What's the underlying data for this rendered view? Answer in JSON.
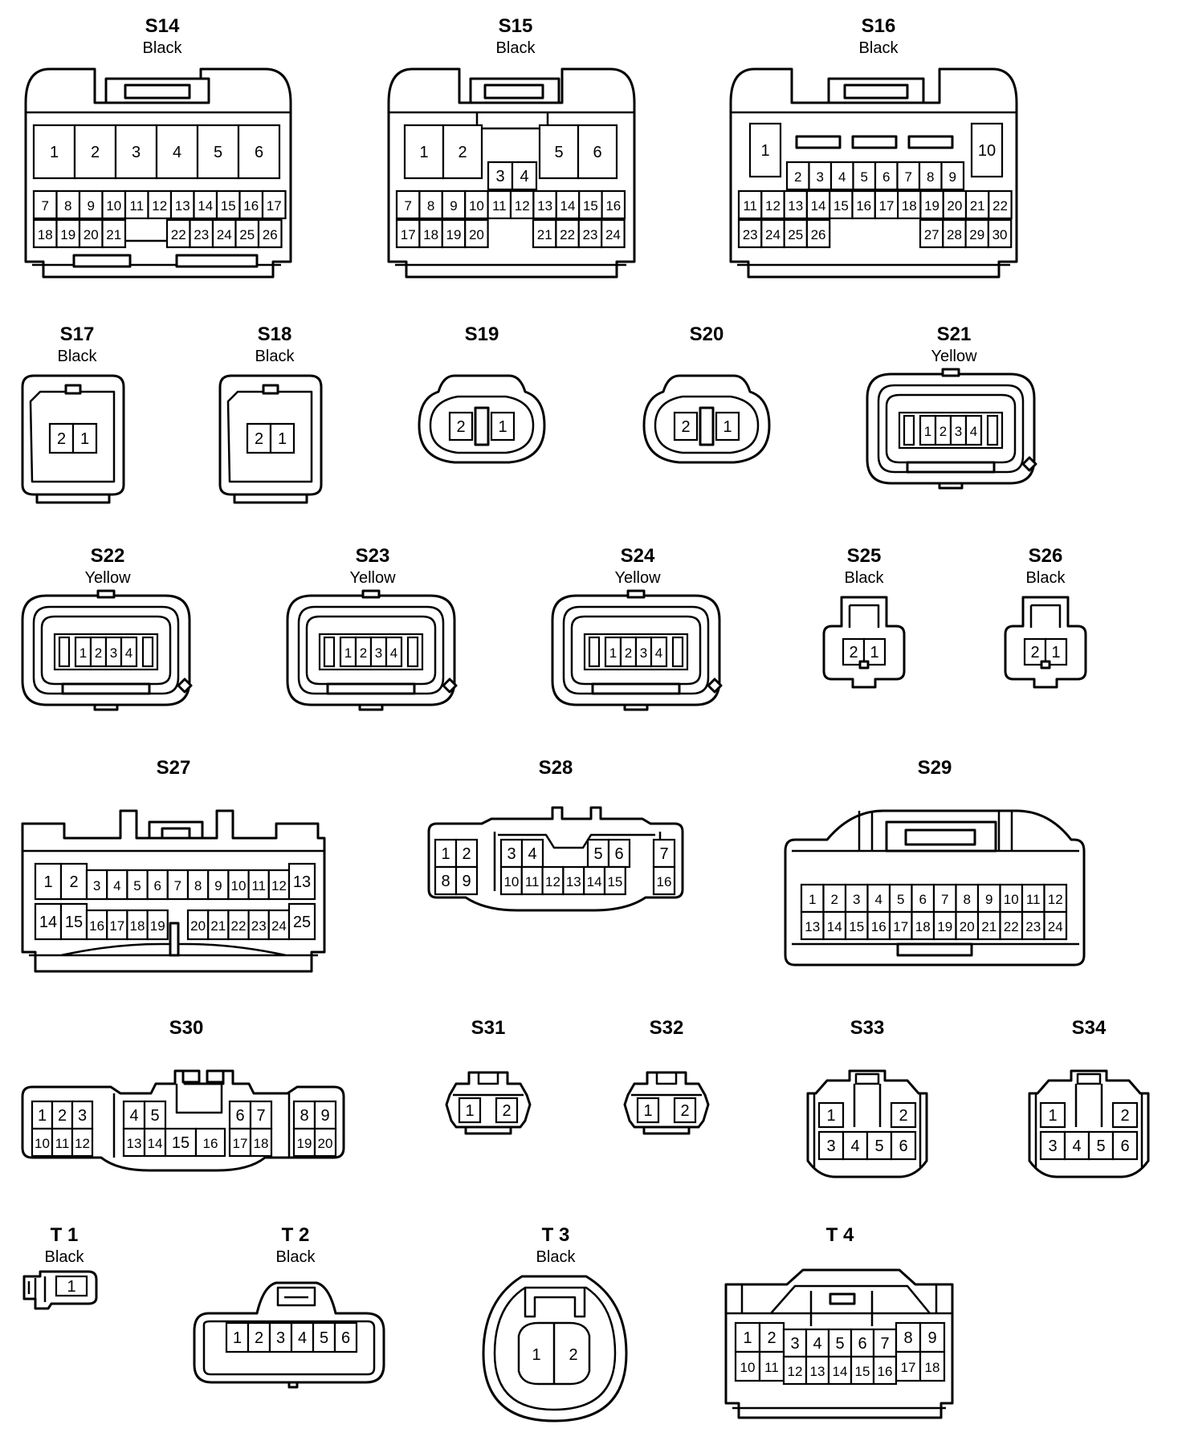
{
  "connectors": [
    {
      "id": "S14",
      "color": "Black",
      "rows": [
        [
          "1",
          "2",
          "3",
          "4",
          "5",
          "6"
        ],
        [
          "7",
          "8",
          "9",
          "10",
          "11",
          "12",
          "13",
          "14",
          "15",
          "16",
          "17"
        ],
        [
          "18",
          "19",
          "20",
          "21",
          "22",
          "23",
          "24",
          "25",
          "26"
        ]
      ]
    },
    {
      "id": "S15",
      "color": "Black",
      "rows": [
        [
          "1",
          "2",
          "5",
          "6"
        ],
        [
          "3",
          "4"
        ],
        [
          "7",
          "8",
          "9",
          "10",
          "11",
          "12",
          "13",
          "14",
          "15",
          "16"
        ],
        [
          "17",
          "18",
          "19",
          "20",
          "21",
          "22",
          "23",
          "24"
        ]
      ]
    },
    {
      "id": "S16",
      "color": "Black",
      "rows": [
        [
          "1",
          "10"
        ],
        [
          "2",
          "3",
          "4",
          "5",
          "6",
          "7",
          "8",
          "9"
        ],
        [
          "11",
          "12",
          "13",
          "14",
          "15",
          "16",
          "17",
          "18",
          "19",
          "20",
          "21",
          "22"
        ],
        [
          "23",
          "24",
          "25",
          "26",
          "27",
          "28",
          "29",
          "30"
        ]
      ]
    },
    {
      "id": "S17",
      "color": "Black",
      "rows": [
        [
          "2",
          "1"
        ]
      ]
    },
    {
      "id": "S18",
      "color": "Black",
      "rows": [
        [
          "2",
          "1"
        ]
      ]
    },
    {
      "id": "S19",
      "color": "",
      "rows": [
        [
          "2",
          "1"
        ]
      ]
    },
    {
      "id": "S20",
      "color": "",
      "rows": [
        [
          "2",
          "1"
        ]
      ]
    },
    {
      "id": "S21",
      "color": "Yellow",
      "rows": [
        [
          "1",
          "2",
          "3",
          "4"
        ]
      ]
    },
    {
      "id": "S22",
      "color": "Yellow",
      "rows": [
        [
          "1",
          "2",
          "3",
          "4"
        ]
      ]
    },
    {
      "id": "S23",
      "color": "Yellow",
      "rows": [
        [
          "1",
          "2",
          "3",
          "4"
        ]
      ]
    },
    {
      "id": "S24",
      "color": "Yellow",
      "rows": [
        [
          "1",
          "2",
          "3",
          "4"
        ]
      ]
    },
    {
      "id": "S25",
      "color": "Black",
      "rows": [
        [
          "2",
          "1"
        ]
      ]
    },
    {
      "id": "S26",
      "color": "Black",
      "rows": [
        [
          "2",
          "1"
        ]
      ]
    },
    {
      "id": "S27",
      "color": "",
      "rows": [
        [
          "1",
          "2",
          "3",
          "4",
          "5",
          "6",
          "7",
          "8",
          "9",
          "10",
          "11",
          "12",
          "13"
        ],
        [
          "14",
          "15",
          "16",
          "17",
          "18",
          "19",
          "20",
          "21",
          "22",
          "23",
          "24",
          "25"
        ]
      ]
    },
    {
      "id": "S28",
      "color": "",
      "rows": [
        [
          "1",
          "2",
          "3",
          "4",
          "5",
          "6",
          "7"
        ],
        [
          "8",
          "9",
          "10",
          "11",
          "12",
          "13",
          "14",
          "15",
          "16"
        ]
      ]
    },
    {
      "id": "S29",
      "color": "",
      "rows": [
        [
          "1",
          "2",
          "3",
          "4",
          "5",
          "6",
          "7",
          "8",
          "9",
          "10",
          "11",
          "12"
        ],
        [
          "13",
          "14",
          "15",
          "16",
          "17",
          "18",
          "19",
          "20",
          "21",
          "22",
          "23",
          "24"
        ]
      ]
    },
    {
      "id": "S30",
      "color": "",
      "rows": [
        [
          "1",
          "2",
          "3",
          "4",
          "5",
          "6",
          "7",
          "8",
          "9"
        ],
        [
          "10",
          "11",
          "12",
          "13",
          "14",
          "15",
          "16",
          "17",
          "18",
          "19",
          "20"
        ]
      ]
    },
    {
      "id": "S31",
      "color": "",
      "rows": [
        [
          "1",
          "2"
        ]
      ]
    },
    {
      "id": "S32",
      "color": "",
      "rows": [
        [
          "1",
          "2"
        ]
      ]
    },
    {
      "id": "S33",
      "color": "",
      "rows": [
        [
          "1",
          "2"
        ],
        [
          "3",
          "4",
          "5",
          "6"
        ]
      ]
    },
    {
      "id": "S34",
      "color": "",
      "rows": [
        [
          "1",
          "2"
        ],
        [
          "3",
          "4",
          "5",
          "6"
        ]
      ]
    },
    {
      "id": "T 1",
      "color": "Black",
      "rows": [
        [
          "1"
        ]
      ]
    },
    {
      "id": "T 2",
      "color": "Black",
      "rows": [
        [
          "1",
          "2",
          "3",
          "4",
          "5",
          "6"
        ]
      ]
    },
    {
      "id": "T 3",
      "color": "Black",
      "rows": [
        [
          "1",
          "2"
        ]
      ]
    },
    {
      "id": "T 4",
      "color": "",
      "rows": [
        [
          "1",
          "2",
          "3",
          "4",
          "5",
          "6",
          "7",
          "8",
          "9"
        ],
        [
          "10",
          "11",
          "12",
          "13",
          "14",
          "15",
          "16",
          "17",
          "18"
        ]
      ]
    }
  ]
}
